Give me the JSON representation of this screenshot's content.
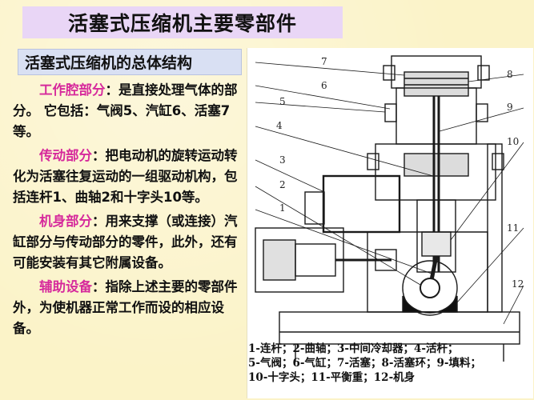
{
  "title": "活塞式压缩机主要零部件",
  "subtitle": "活塞式压缩机的总体结构",
  "paragraphs": [
    {
      "term": "工作腔部分",
      "text": "：是直接处理气体的部分。 它包括：气阀5、汽缸6、活塞7等。"
    },
    {
      "term": "传动部分",
      "text": "：把电动机的旋转运动转化为活塞往复运动的一组驱动机构，包括连杆1、曲轴2和十字头10等。"
    },
    {
      "term": "机身部分",
      "text": "：用来支撑（或连接）汽缸部分与传动部分的零件，此外，还有可能安装有其它附属设备。"
    },
    {
      "term": "辅助设备",
      "text": "：指除上述主要的零部件外，为使机器正常工作而设的相应设备。"
    }
  ],
  "diagram_labels": {
    "n1": "1",
    "n2": "2",
    "n3": "3",
    "n4": "4",
    "n5": "5",
    "n6": "6",
    "n7": "7",
    "n8": "8",
    "n9": "9",
    "n10": "10",
    "n11": "11",
    "n12": "12"
  },
  "legend": {
    "line1": "1-连杆；2-曲轴；3-中间冷却器；4-活杆；",
    "line2": "5-气阀；6-气缸；7-活塞；8-活塞环；9-填料；",
    "line3": "10-十字头；11-平衡重；12-机身"
  },
  "colors": {
    "accent": "#d62a9c",
    "title_bg": "#e9d6f6",
    "subtitle_bg": "#d9e0f3",
    "page_bg": "#fbf3c8"
  }
}
